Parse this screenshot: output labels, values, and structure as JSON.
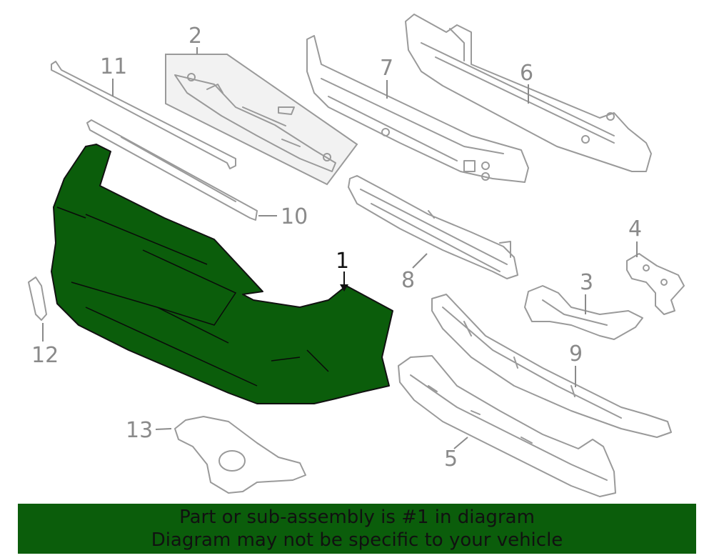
{
  "callouts": {
    "c1": "1",
    "c2": "2",
    "c3": "3",
    "c4": "4",
    "c5": "5",
    "c6": "6",
    "c7": "7",
    "c8": "8",
    "c9": "9",
    "c10": "10",
    "c11": "11",
    "c12": "12",
    "c13": "13"
  },
  "banner": {
    "line1": "Part or sub-assembly is #1 in diagram",
    "line2": "Diagram may not be specific to your vehicle",
    "background": "#0b5d0b"
  },
  "colors": {
    "highlight_part": "#0b5d0b",
    "outline": "#9a9a9a"
  }
}
